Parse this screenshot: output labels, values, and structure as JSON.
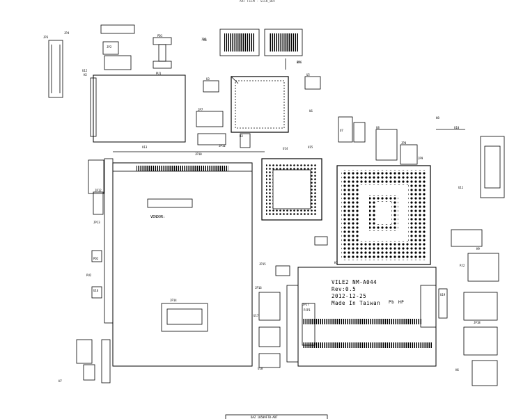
{
  "header": {
    "title": "ART FILM - SILK_BOT"
  },
  "board": {
    "model": "VILE2 NM-A044",
    "rev": "Rev:0.5",
    "date": "2012-12-25",
    "origin": "Made In Taiwan",
    "vendor_label": "VENDOR:",
    "marks": {
      "hp": "HP",
      "pb": "Pb"
    }
  },
  "footer": {
    "title_block": "DAZ 10509F7B-ART"
  },
  "refdes": [
    "JP3",
    "JP4",
    "U12",
    "JP2",
    "PD1",
    "PU1",
    "JP5",
    "JP6",
    "U3",
    "JP7",
    "U5",
    "U6",
    "U7",
    "U8",
    "JP8",
    "JP9",
    "U10",
    "U11",
    "U13",
    "JP10",
    "JP11",
    "U14",
    "U15",
    "JP12",
    "JP13",
    "PD2",
    "PU2",
    "U16",
    "JP14",
    "JP15",
    "JP16",
    "U17",
    "U18",
    "JP17",
    "PJP1",
    "U19",
    "PJ2",
    "JP18",
    "H1",
    "H2",
    "H3",
    "H4",
    "H5",
    "H6",
    "H7",
    "H8",
    "H9"
  ],
  "colors": {
    "ink": "#000000",
    "paper": "#ffffff"
  }
}
